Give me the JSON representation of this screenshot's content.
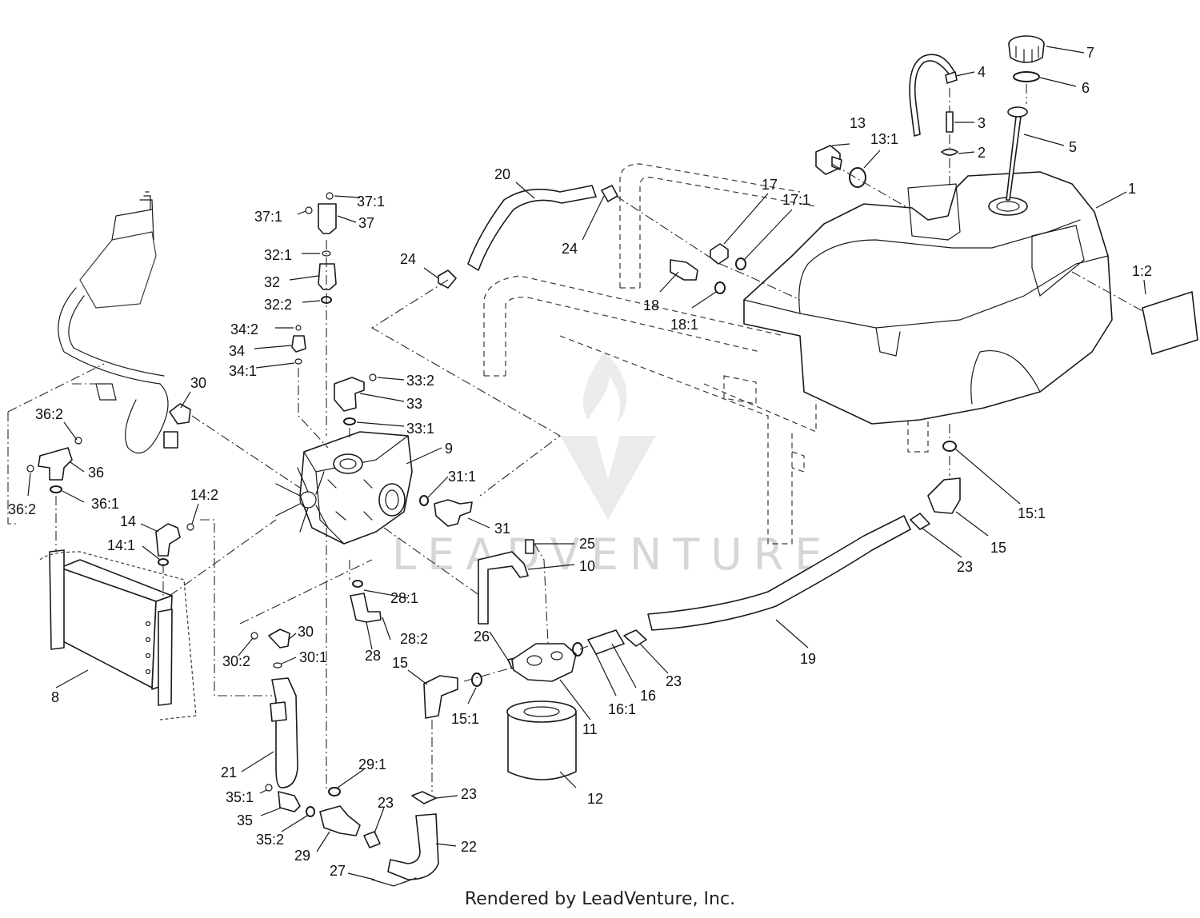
{
  "footer": "Rendered by LeadVenture, Inc.",
  "watermark": "LEADVENTURE",
  "callouts": [
    {
      "id": "c1",
      "text": "1"
    },
    {
      "id": "c1_2",
      "text": "1:2"
    },
    {
      "id": "c2",
      "text": "2"
    },
    {
      "id": "c3",
      "text": "3"
    },
    {
      "id": "c4",
      "text": "4"
    },
    {
      "id": "c5",
      "text": "5"
    },
    {
      "id": "c6",
      "text": "6"
    },
    {
      "id": "c7",
      "text": "7"
    },
    {
      "id": "c8",
      "text": "8"
    },
    {
      "id": "c9",
      "text": "9"
    },
    {
      "id": "c10",
      "text": "10"
    },
    {
      "id": "c11",
      "text": "11"
    },
    {
      "id": "c12",
      "text": "12"
    },
    {
      "id": "c13",
      "text": "13"
    },
    {
      "id": "c13_1",
      "text": "13:1"
    },
    {
      "id": "c14",
      "text": "14"
    },
    {
      "id": "c14_1",
      "text": "14:1"
    },
    {
      "id": "c14_2",
      "text": "14:2"
    },
    {
      "id": "c15a",
      "text": "15"
    },
    {
      "id": "c15b",
      "text": "15"
    },
    {
      "id": "c15_1a",
      "text": "15:1"
    },
    {
      "id": "c15_1b",
      "text": "15:1"
    },
    {
      "id": "c16",
      "text": "16"
    },
    {
      "id": "c16_1",
      "text": "16:1"
    },
    {
      "id": "c17",
      "text": "17"
    },
    {
      "id": "c17_1",
      "text": "17:1"
    },
    {
      "id": "c18",
      "text": "18"
    },
    {
      "id": "c18_1",
      "text": "18:1"
    },
    {
      "id": "c19",
      "text": "19"
    },
    {
      "id": "c20",
      "text": "20"
    },
    {
      "id": "c21",
      "text": "21"
    },
    {
      "id": "c22",
      "text": "22"
    },
    {
      "id": "c23a",
      "text": "23"
    },
    {
      "id": "c23b",
      "text": "23"
    },
    {
      "id": "c23c",
      "text": "23"
    },
    {
      "id": "c23d",
      "text": "23"
    },
    {
      "id": "c24a",
      "text": "24"
    },
    {
      "id": "c24b",
      "text": "24"
    },
    {
      "id": "c25",
      "text": "25"
    },
    {
      "id": "c26",
      "text": "26"
    },
    {
      "id": "c27",
      "text": "27"
    },
    {
      "id": "c28",
      "text": "28"
    },
    {
      "id": "c28_1",
      "text": "28:1"
    },
    {
      "id": "c28_2",
      "text": "28:2"
    },
    {
      "id": "c29",
      "text": "29"
    },
    {
      "id": "c29_1",
      "text": "29:1"
    },
    {
      "id": "c30a",
      "text": "30"
    },
    {
      "id": "c30b",
      "text": "30"
    },
    {
      "id": "c30_1",
      "text": "30:1"
    },
    {
      "id": "c30_2",
      "text": "30:2"
    },
    {
      "id": "c31",
      "text": "31"
    },
    {
      "id": "c31_1",
      "text": "31:1"
    },
    {
      "id": "c32",
      "text": "32"
    },
    {
      "id": "c32_1",
      "text": "32:1"
    },
    {
      "id": "c32_2",
      "text": "32:2"
    },
    {
      "id": "c33",
      "text": "33"
    },
    {
      "id": "c33_1",
      "text": "33:1"
    },
    {
      "id": "c33_2",
      "text": "33:2"
    },
    {
      "id": "c34",
      "text": "34"
    },
    {
      "id": "c34_1",
      "text": "34:1"
    },
    {
      "id": "c34_2",
      "text": "34:2"
    },
    {
      "id": "c35",
      "text": "35"
    },
    {
      "id": "c35_1",
      "text": "35:1"
    },
    {
      "id": "c35_2",
      "text": "35:2"
    },
    {
      "id": "c36",
      "text": "36"
    },
    {
      "id": "c36_1",
      "text": "36:1"
    },
    {
      "id": "c36_2a",
      "text": "36:2"
    },
    {
      "id": "c36_2b",
      "text": "36:2"
    },
    {
      "id": "c37",
      "text": "37"
    },
    {
      "id": "c37_1a",
      "text": "37:1"
    },
    {
      "id": "c37_1b",
      "text": "37:1"
    }
  ]
}
